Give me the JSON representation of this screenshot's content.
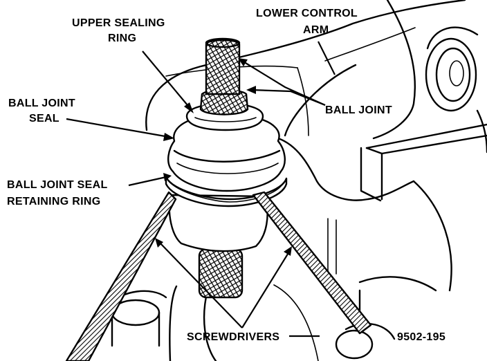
{
  "labels": {
    "upper_sealing_ring_l1": "UPPER SEALING",
    "upper_sealing_ring_l2": "RING",
    "lower_control_arm_l1": "LOWER CONTROL",
    "lower_control_arm_l2": "ARM",
    "ball_joint_seal_l1": "BALL JOINT",
    "ball_joint_seal_l2": "SEAL",
    "ball_joint": "BALL JOINT",
    "retaining_ring_l1": "BALL JOINT SEAL",
    "retaining_ring_l2": "RETAINING RING",
    "screwdrivers": "SCREWDRIVERS",
    "figure_id": "9502-195"
  },
  "colors": {
    "ink": "#000000",
    "paper": "#ffffff"
  }
}
